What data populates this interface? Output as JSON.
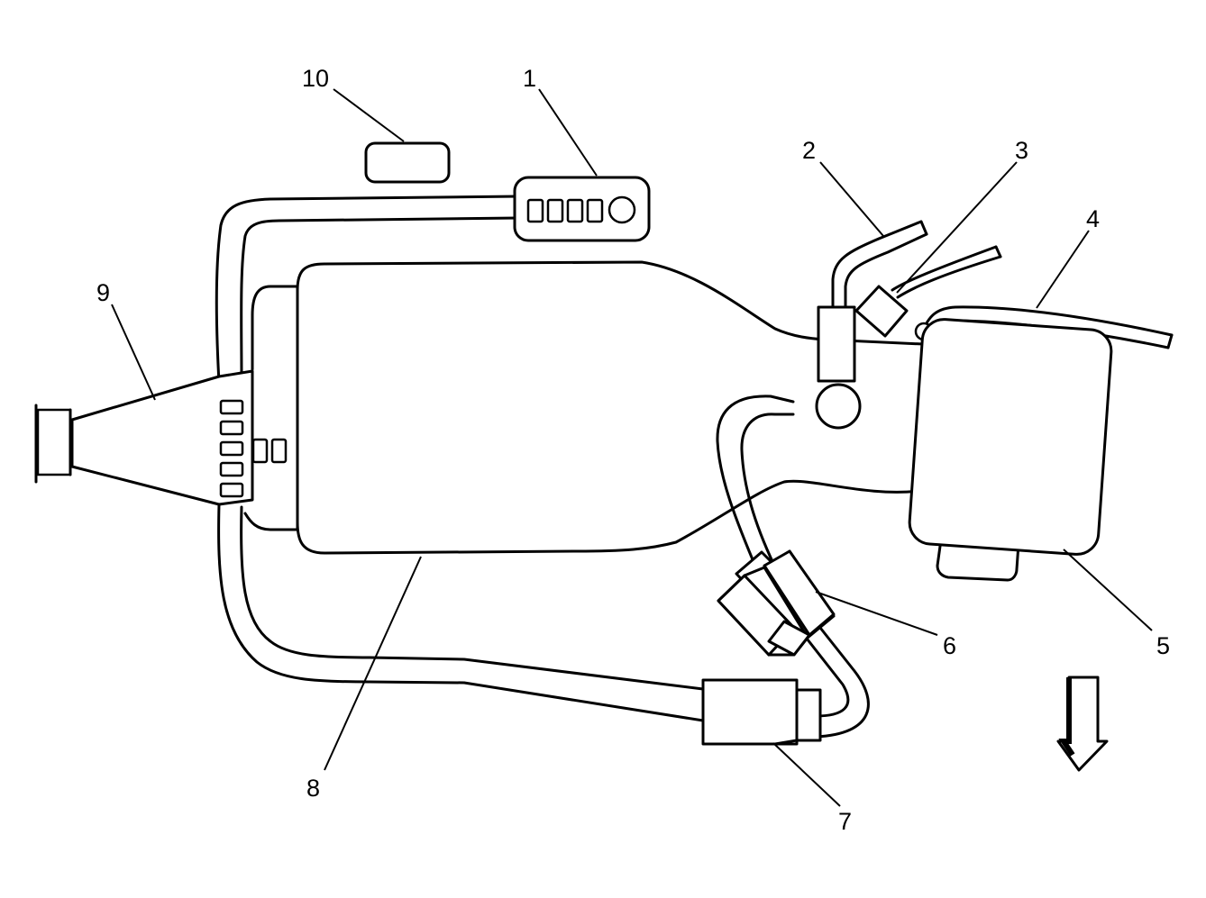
{
  "diagram": {
    "callouts": {
      "c1": "1",
      "c2": "2",
      "c3": "3",
      "c4": "4",
      "c5": "5",
      "c6": "6",
      "c7": "7",
      "c8": "8",
      "c9": "9",
      "c10": "10"
    },
    "colors": {
      "line": "#000000",
      "background": "#ffffff"
    },
    "icons": {
      "direction_arrow": "arrow-down-icon"
    }
  }
}
